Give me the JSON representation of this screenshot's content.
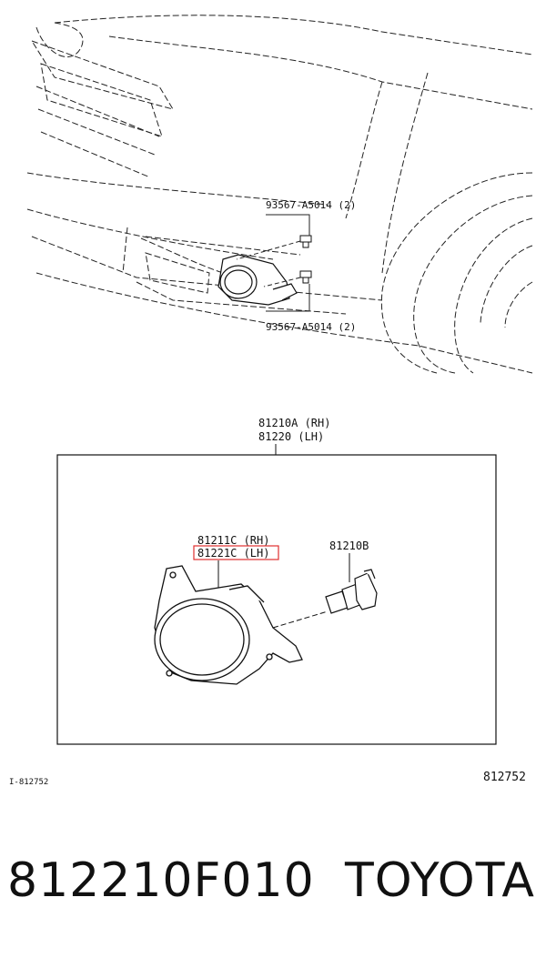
{
  "callouts": {
    "bolt_upper": "93567-A5014 (2)",
    "bolt_lower": "93567-A5014 (2)",
    "assembly_rh": "81210A (RH)",
    "assembly_lh": "81220  (LH)",
    "lens_rh": "81211C (RH)",
    "lens_lh": "81221C (LH)",
    "bulb": "81210B"
  },
  "highlight_color": "#e03030",
  "footer": {
    "left_code": "I-812752",
    "right_code": "812752"
  },
  "caption": {
    "part_number": "812210F010",
    "brand": "TOYOTA"
  }
}
